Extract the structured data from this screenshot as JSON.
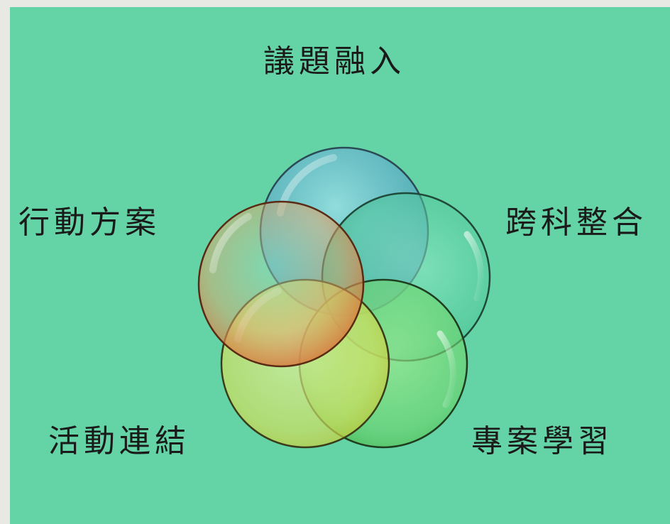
{
  "diagram": {
    "labels": {
      "top": "議題融入",
      "left": "行動方案",
      "right": "跨科整合",
      "bottom_left": "活動連結",
      "bottom_right": "專案學習"
    },
    "circles": [
      {
        "name": "top",
        "color": "#5aa6c8"
      },
      {
        "name": "right",
        "color": "#4fc79a"
      },
      {
        "name": "bottom_right",
        "color": "#6bd46b"
      },
      {
        "name": "bottom_left",
        "color": "#d8e05a"
      },
      {
        "name": "left",
        "color": "#e3864a"
      }
    ],
    "background": "#64d3a6"
  }
}
